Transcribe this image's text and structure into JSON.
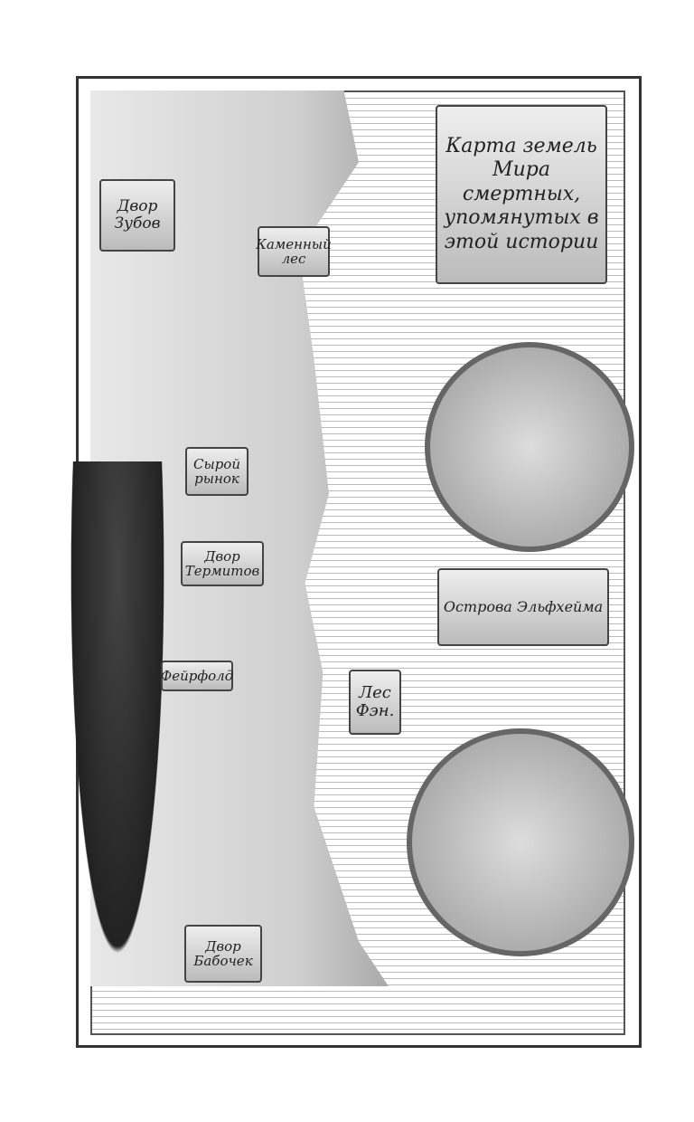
{
  "title": "Карта земель Мира смертных, упомянутых в этой истории",
  "labels": {
    "dvor_zubov": "Двор Зубов",
    "kamenny_les": "Каменный лес",
    "syroy_rynok": "Сырой рынок",
    "dvor_termitov": "Двор Термитов",
    "feyrfold": "Фейрфолд",
    "les_fen": "Лес Фэн.",
    "ostrova": "Острова Эльфхейма",
    "dvor_babochek": "Двор Бабочек"
  }
}
